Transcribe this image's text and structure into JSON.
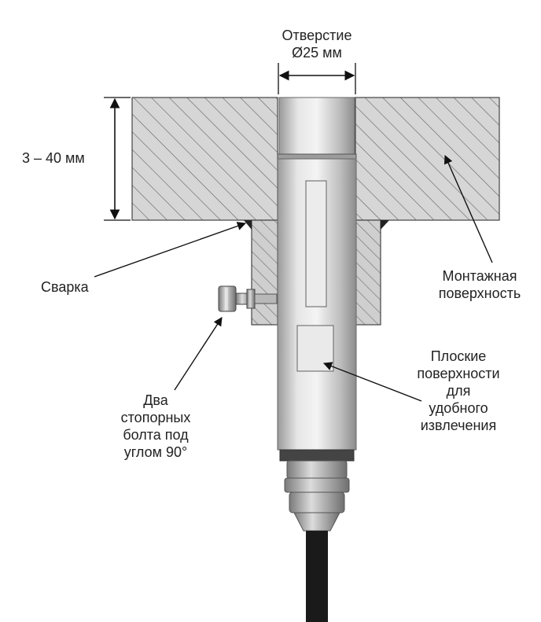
{
  "labels": {
    "hole": [
      "Отверстие",
      "Ø25 мм"
    ],
    "thickness": "3 – 40 мм",
    "weld": "Сварка",
    "mounting_surface": [
      "Монтажная",
      "поверхность"
    ],
    "locking_bolts": [
      "Два",
      "стопорных",
      "болта под",
      "углом 90°"
    ],
    "flat_surfaces": [
      "Плоские",
      "поверхности",
      "для",
      "удобного",
      "извлечения"
    ]
  },
  "colors": {
    "hatch": "#555555",
    "plate_fill": "#d9d9d9",
    "sleeve_fill": "#c8c8c8",
    "sensor_metal": "#cfcfcf",
    "cable": "#1a1a1a"
  },
  "icons": [
    "dimension-arrow",
    "leader-arrow",
    "hex-bolt",
    "cable-gland"
  ]
}
